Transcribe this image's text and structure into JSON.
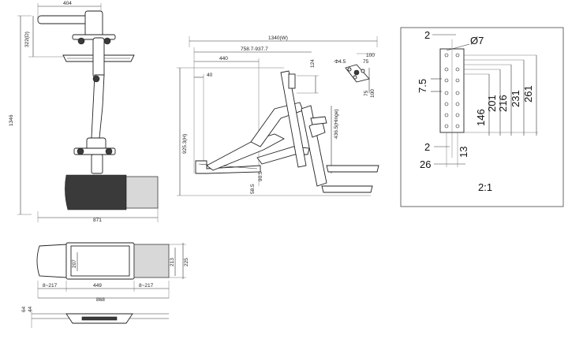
{
  "front_view": {
    "dims": {
      "arm_width": "404",
      "top_height": "322(D)",
      "total_height": "1346",
      "base_width": "871"
    }
  },
  "side_view": {
    "dims": {
      "width": "1340(W)",
      "reach_range": "758.7-937.7",
      "reach_min": "440",
      "offset": "40",
      "height": "925.3(H)",
      "hinge": "436.5(Hinge)",
      "plate_h": "124",
      "low_a": "58.5",
      "low_b": "90.5"
    }
  },
  "vesa_small": {
    "dims": {
      "hole": "Φ4.5",
      "w100": "100",
      "w75": "75",
      "h75": "75",
      "h100": "100"
    }
  },
  "top_view": {
    "dims": {
      "left_w": "8~217",
      "mid_w": "449",
      "right_w": "8~217",
      "total_w": "868",
      "inner_h": "207",
      "h213": "213",
      "h225": "225"
    }
  },
  "bottom_view": {
    "dims": {
      "d64": "64",
      "d44": "44"
    }
  },
  "detail": {
    "scale": "2:1",
    "dims": {
      "top2": "2",
      "hole": "Ø7",
      "d75": "7.5",
      "d146": "146",
      "d201": "201",
      "d216": "216",
      "d231": "231",
      "d261": "261",
      "b2": "2",
      "b26": "26",
      "b13": "13"
    }
  }
}
